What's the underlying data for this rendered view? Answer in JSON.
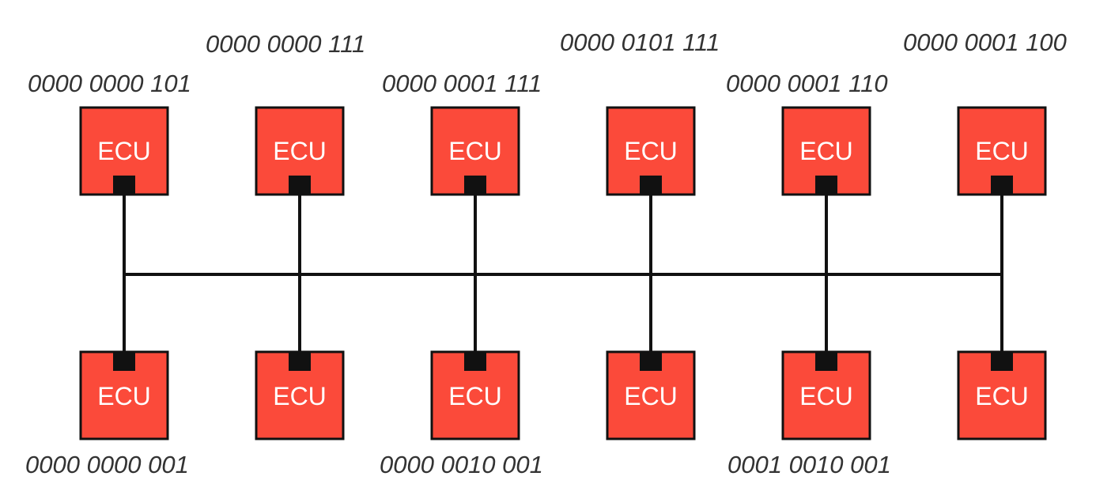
{
  "diagram": {
    "ecu_label": "ECU",
    "colors": {
      "ecu_fill": "#fb4a3a",
      "outline": "#111111",
      "label_text": "#ffffff",
      "id_text": "#333333"
    },
    "top_row": [
      {
        "id": "0000 0000 101"
      },
      {
        "id": "0000 0000 111"
      },
      {
        "id": "0000 0001 111"
      },
      {
        "id": "0000 0101 111"
      },
      {
        "id": "0000 0001 110"
      },
      {
        "id": "0000 0001 100"
      }
    ],
    "bottom_row": [
      {
        "id": "0000 0000 001"
      },
      {
        "id": ""
      },
      {
        "id": "0000 0010 001"
      },
      {
        "id": ""
      },
      {
        "id": "0001 0010 001"
      },
      {
        "id": ""
      }
    ]
  }
}
